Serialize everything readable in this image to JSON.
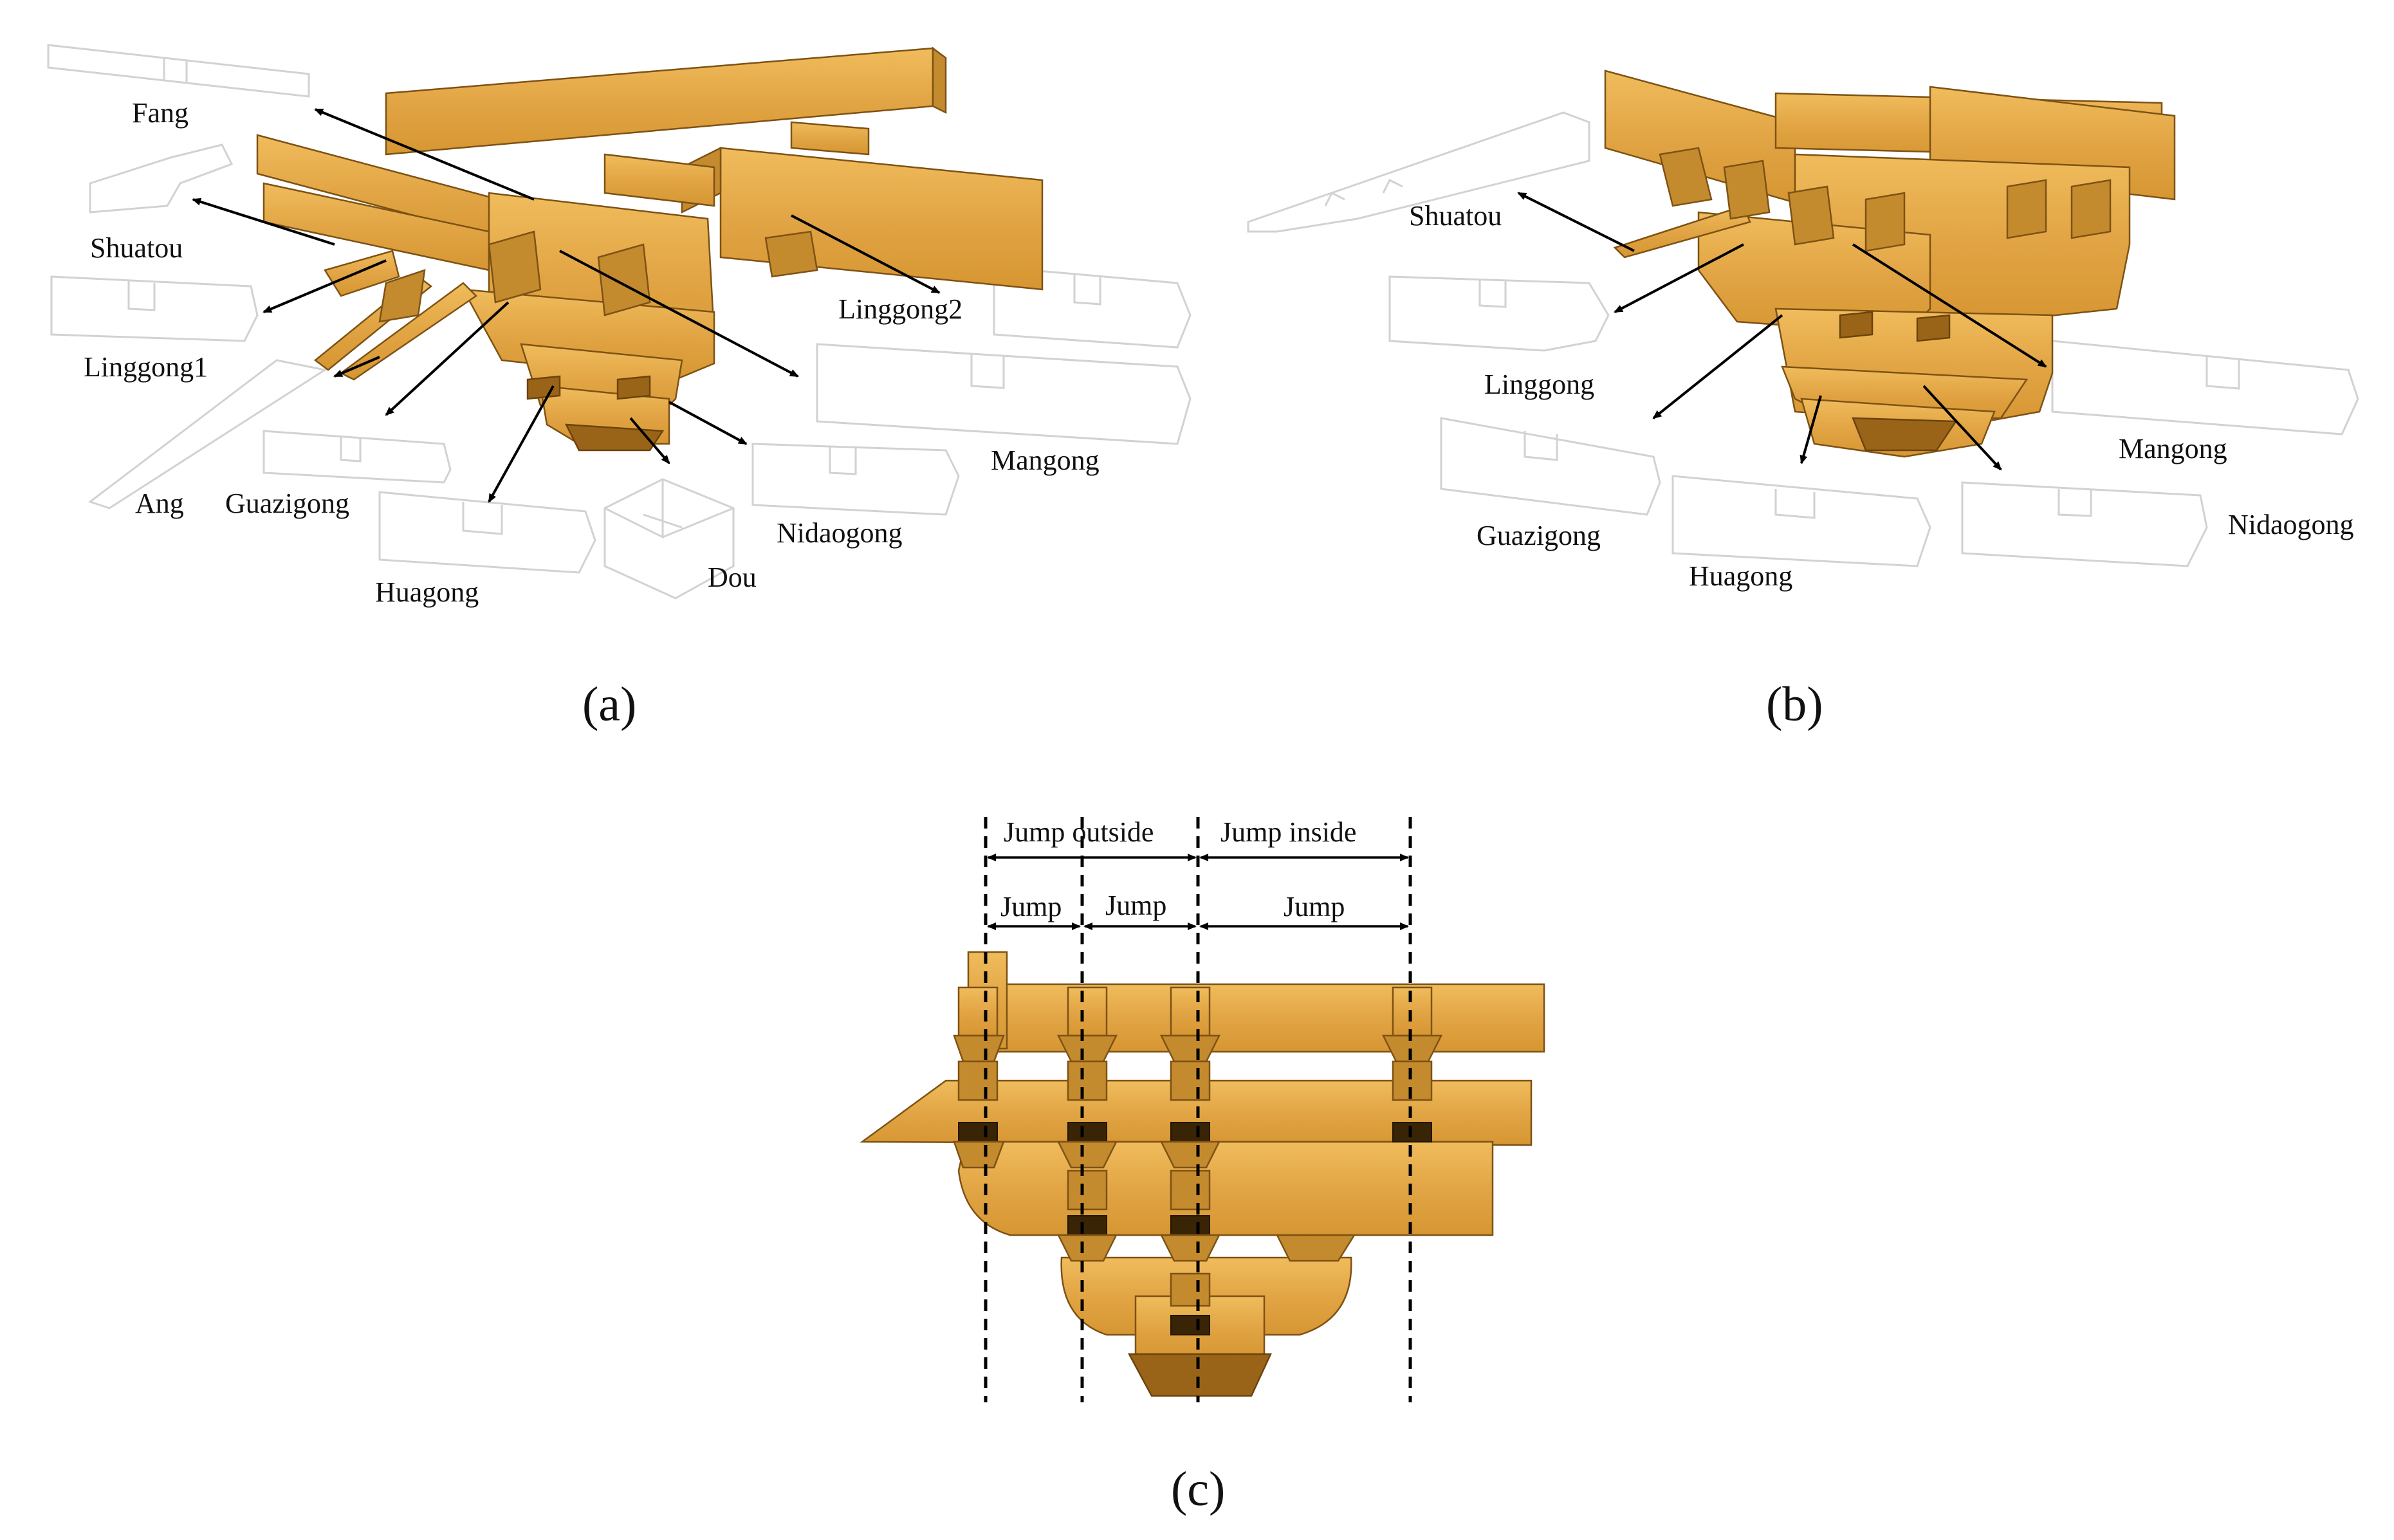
{
  "panel_a": {
    "caption": "(a)",
    "labels": {
      "fang": "Fang",
      "shuatou": "Shuatou",
      "linggong1": "Linggong1",
      "linggong2": "Linggong2",
      "ang": "Ang",
      "guazigong": "Guazigong",
      "huagong": "Huagong",
      "dou": "Dou",
      "nidaogong": "Nidaogong",
      "mangong": "Mangong"
    }
  },
  "panel_b": {
    "caption": "(b)",
    "labels": {
      "shuatou": "Shuatou",
      "linggong": "Linggong",
      "guazigong": "Guazigong",
      "huagong": "Huagong",
      "mangong": "Mangong",
      "nidaogong": "Nidaogong"
    }
  },
  "panel_c": {
    "caption": "(c)",
    "dimensions": {
      "jump_outside": "Jump outside",
      "jump_inside": "Jump inside",
      "jump_1": "Jump",
      "jump_2": "Jump",
      "jump_3": "Jump"
    }
  },
  "colors": {
    "wood_light": "#e9b04e",
    "wood_mid": "#d99a36",
    "wood_dark": "#9a6418",
    "ghost_outline": "#d2d2d2"
  }
}
